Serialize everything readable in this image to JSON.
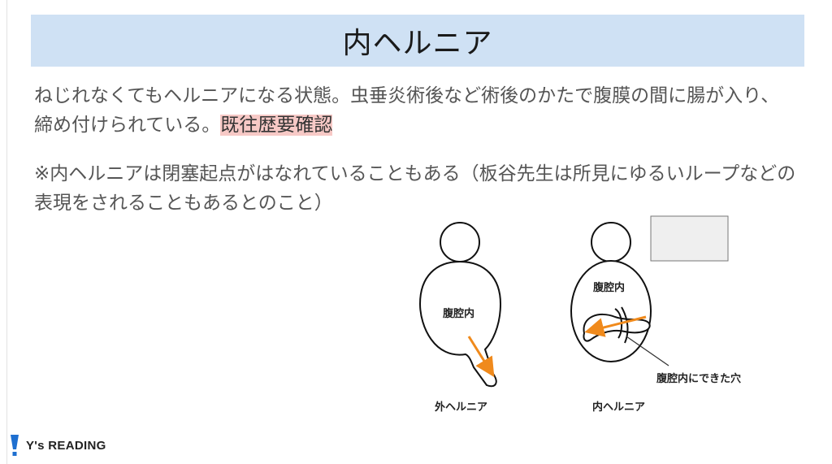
{
  "slide": {
    "title": "内ヘルニア",
    "paragraph1": {
      "text": "ねじれなくてもヘルニアになる状態。虫垂炎術後など術後のかたで腹膜の間に腸が入り、締め付けられている。",
      "highlight": "既往歴要確認"
    },
    "paragraph2": "※内ヘルニアは閉塞起点がはなれていることもある（板谷先生は所見にゆるいループなどの表現をされることもあるとのこと）"
  },
  "figure": {
    "left_body_label": "腹腔内",
    "left_caption": "外ヘルニア",
    "right_body_label": "腹腔内",
    "right_caption": "内ヘルニア",
    "hole_label": "腹腔内にできた穴"
  },
  "colors": {
    "title_bg": "#cfe1f4",
    "highlight_bg": "#f7c9c6",
    "arrow": "#f08a1c",
    "brand_accent": "#1e6fd0"
  },
  "footer": {
    "brand": "Y's READING",
    "logo_icon": "exclamation-mark-icon"
  }
}
